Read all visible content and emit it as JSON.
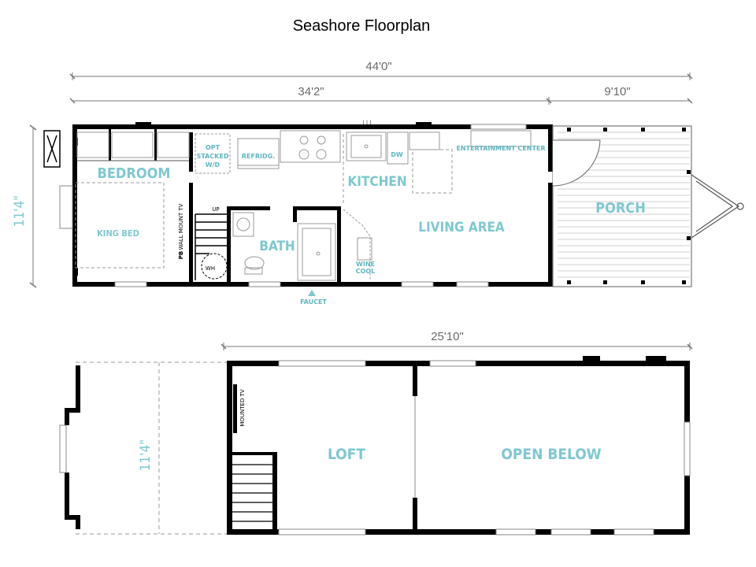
{
  "title": "Seashore Floorplan",
  "main_floor": {
    "dims": {
      "overall_length": "44'0\"",
      "interior_length": "34'2\"",
      "porch_length": "9'10\"",
      "width": "11'4\""
    },
    "rooms": {
      "bedroom": "BEDROOM",
      "king_bed": "KING BED",
      "kitchen": "KITCHEN",
      "living_area": "LIVING AREA",
      "porch": "PORCH",
      "bath": "BATH"
    },
    "fixtures": {
      "opt_stacked_1": "OPT",
      "opt_stacked_2": "STACKED",
      "opt_stacked_3": "W/D",
      "refrigerator": "REFRIDG.",
      "dishwasher": "DW",
      "entertainment_center": "ENTERTAINMENT CENTER",
      "wine_cool_1": "WINE",
      "wine_cool_2": "COOL",
      "faucet": "FAUCET",
      "stairs_up": "UP",
      "water_heater": "WH",
      "pb": "PB",
      "wall_mount_tv": "WALL MOUNT TV"
    }
  },
  "loft_floor": {
    "dims": {
      "length": "25'10\"",
      "width": "11'4\""
    },
    "rooms": {
      "loft": "LOFT",
      "open_below": "OPEN BELOW"
    },
    "fixtures": {
      "mounted_tv": "MOUNTED TV"
    }
  },
  "colors": {
    "wall": "#000000",
    "room_label": "#7ec8d0",
    "dimension_line": "#6b6b6b",
    "fixture_line": "#999999"
  }
}
